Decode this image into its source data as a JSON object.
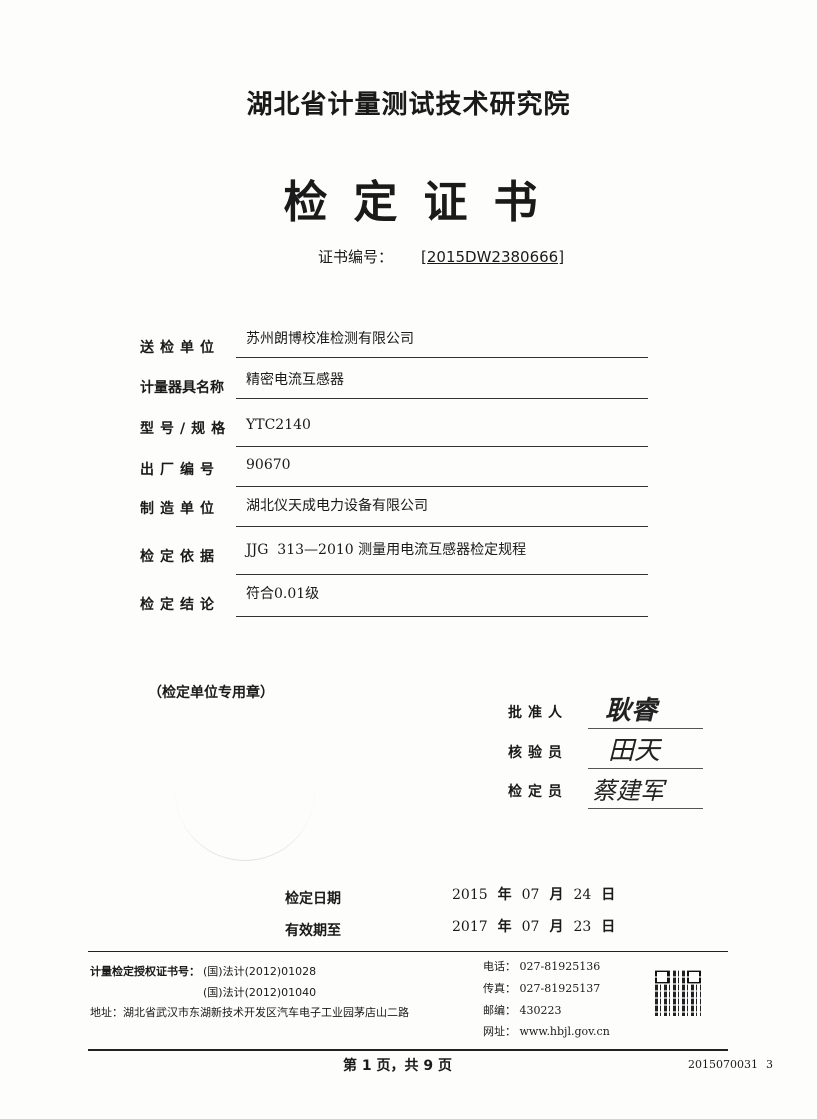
{
  "header": {
    "institute": "湖北省计量测试技术研究院",
    "title": "检定证书",
    "cert_no_label": "证书编号：",
    "cert_no": "[2015DW2380666]"
  },
  "fields": [
    {
      "label": "送检单位",
      "value": "苏州朗博校准检测有限公司"
    },
    {
      "label": "计量器具名称",
      "value": "精密电流互感器"
    },
    {
      "label": "型号/规格",
      "value": "YTC2140"
    },
    {
      "label": "出厂编号",
      "value": "90670"
    },
    {
      "label": "制造单位",
      "value": "湖北仪天成电力设备有限公司"
    },
    {
      "label": "检定依据",
      "value": "JJG  313—2010 测量用电流互感器检定规程"
    },
    {
      "label": "检定结论",
      "value": "符合0.01级"
    }
  ],
  "stamp_label": "（检定单位专用章）",
  "signatures": [
    {
      "role": "批准人",
      "signature": "耿睿"
    },
    {
      "role": "核验员",
      "signature": "田天"
    },
    {
      "role": "检定员",
      "signature": "蔡建军"
    }
  ],
  "dates": {
    "verify_label": "检定日期",
    "verify": {
      "year": "2015",
      "month": "07",
      "day": "24"
    },
    "valid_label": "有效期至",
    "valid": {
      "year": "2017",
      "month": "07",
      "day": "23"
    },
    "year_unit": "年",
    "month_unit": "月",
    "day_unit": "日"
  },
  "footer": {
    "auth_label": "计量检定授权证书号：",
    "auth_1": "(国)法计(2012)01028",
    "auth_2": "(国)法计(2012)01040",
    "address": "地址：湖北省武汉市东湖新技术开发区汽车电子工业园茅店山二路",
    "phone": "电话： 027-81925136",
    "fax": "传真： 027-81925137",
    "postcode": "邮编： 430223",
    "website": "网址： www.hbjl.gov.cn",
    "page": "第 1 页，共 9 页",
    "doc_no": "2015070031",
    "copy_no": "3"
  }
}
